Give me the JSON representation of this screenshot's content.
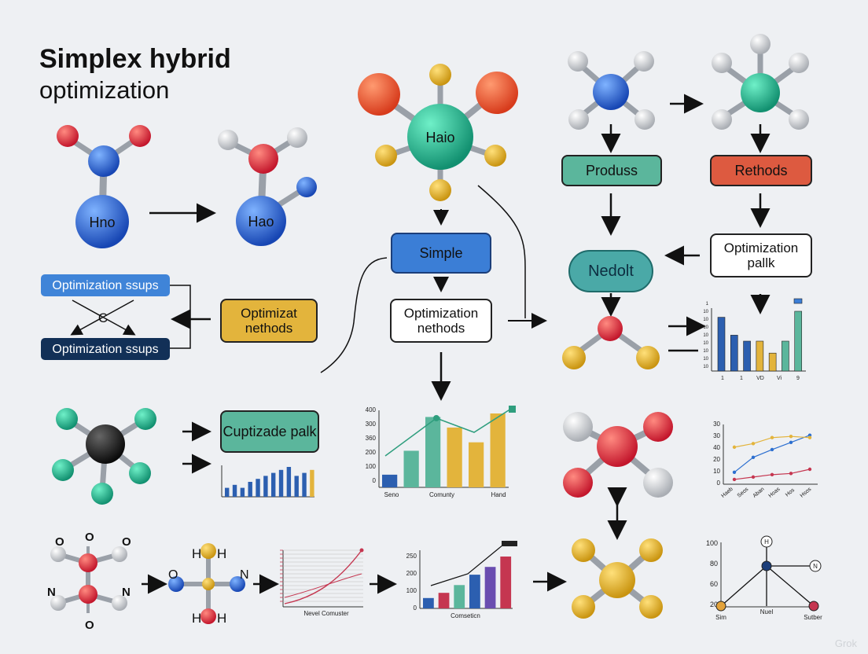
{
  "header": {
    "title": "Simplex hybrid",
    "subtitle": "optimization"
  },
  "molecules": {
    "hno_label": "Hno",
    "hao_label": "Hao",
    "center_label": "Haio"
  },
  "boxes": {
    "optimization_steps_1": "Optimization ssups",
    "optimization_steps_2": "Optimization ssups",
    "optimizat_methods": "Optimizat nethods",
    "simple": "Simple",
    "optimization_methods": "Optimization nethods",
    "produss": "Produss",
    "rethods": "Rethods",
    "nedolt": "Nedolt",
    "optimization_palk": "Optimization pallk",
    "cuptizade_palk": "Cuptizade palk"
  },
  "labels": {
    "c": "C",
    "o": "O",
    "n": "N",
    "h": "H"
  },
  "chart_data": [
    {
      "type": "bar",
      "categories": [
        "1",
        "1",
        "VD",
        "Vi",
        "9"
      ],
      "values": [
        9,
        6,
        5,
        5,
        3,
        5,
        10
      ],
      "ylabels": [
        "1",
        "10",
        "10",
        "10",
        "10",
        "10",
        "10",
        "10",
        "10"
      ],
      "colors": [
        "#2c5fb0",
        "#2c5fb0",
        "#2c5fb0",
        "#e3b43c",
        "#e3b43c",
        "#5bb69c",
        "#5bb69c"
      ]
    },
    {
      "type": "bar",
      "x_labels": [
        "Seno",
        "Comunty",
        "Hand"
      ],
      "ylabels": [
        "400",
        "300",
        "360",
        "200",
        "100",
        "0"
      ],
      "values": [
        18,
        52,
        100,
        85,
        64,
        105
      ],
      "colors": [
        "#2c5fb0",
        "#5bb69c",
        "#5bb69c",
        "#e3b43c",
        "#e3b43c",
        "#e3b43c"
      ]
    },
    {
      "type": "line",
      "ylabels": [
        "30",
        "30",
        "40",
        "20",
        "10",
        "0"
      ],
      "x_labels": [
        "Haeb",
        "Seos",
        "Aban",
        "Hoas",
        "Hos",
        "Hsos"
      ],
      "series": [
        {
          "values": [
            20,
            45,
            58,
            70,
            82
          ],
          "color": "#2c6fd0"
        },
        {
          "values": [
            62,
            68,
            78,
            80,
            78
          ],
          "color": "#e3b43c"
        },
        {
          "values": [
            8,
            12,
            16,
            18,
            25
          ],
          "color": "#c53650"
        }
      ]
    },
    {
      "type": "bar",
      "ylabels": [
        "250",
        "200",
        "100",
        "0"
      ],
      "x_labels": [
        "Comseticn"
      ],
      "values": [
        20,
        30,
        45,
        65,
        80,
        100
      ],
      "colors": [
        "#2c5fb0",
        "#c53650",
        "#5bb69c",
        "#2c5fb0",
        "#6a4db0",
        "#c53650"
      ]
    },
    {
      "type": "line",
      "x_labels": [
        "Nevel Comuster"
      ]
    },
    {
      "type": "bar",
      "values": [
        3,
        4,
        3,
        5,
        6,
        7,
        8,
        9,
        10,
        7,
        8,
        9
      ],
      "colors": [
        "#2c5fb0",
        "#2c5fb0",
        "#2c5fb0",
        "#2c5fb0",
        "#2c5fb0",
        "#2c5fb0",
        "#2c5fb0",
        "#2c5fb0",
        "#2c5fb0",
        "#2c5fb0",
        "#2c5fb0",
        "#e3b43c"
      ]
    },
    {
      "type": "scatter",
      "ylabels": [
        "100",
        "80",
        "60",
        "20"
      ],
      "x_labels": [
        "Sim",
        "Nuel",
        "Sutber"
      ],
      "nodes": [
        "H",
        "N"
      ]
    }
  ],
  "watermark": "Grok"
}
